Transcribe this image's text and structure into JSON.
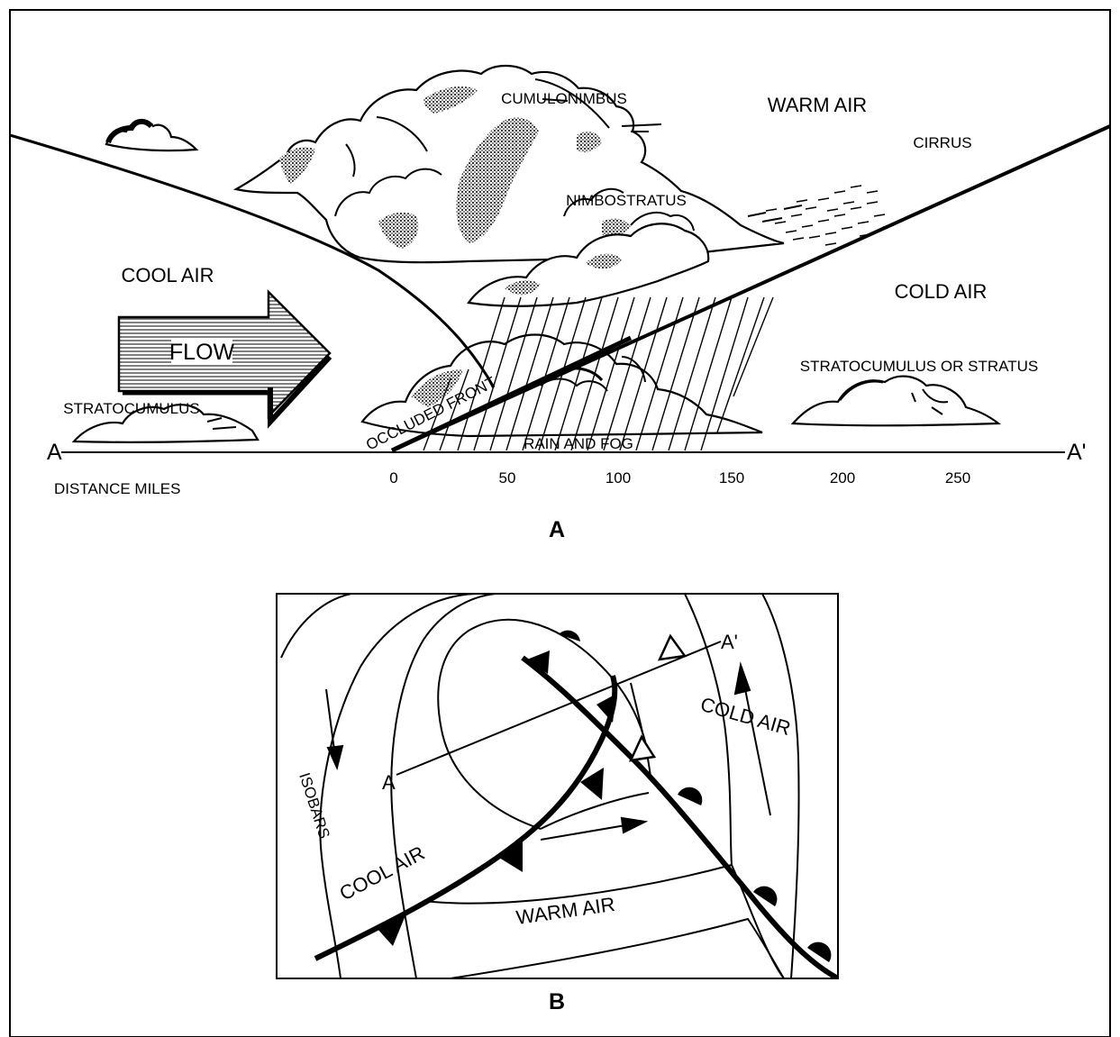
{
  "panel_a": {
    "label": "A",
    "labels": {
      "cumulonimbus": "CUMULONIMBUS",
      "warm_air": "WARM AIR",
      "cirrus": "CIRRUS",
      "nimbostratus": "NIMBOSTRATUS",
      "cool_air": "COOL AIR",
      "cold_air": "COLD AIR",
      "flow": "FLOW",
      "stratocumulus_or_stratus": "STRATOCUMULUS  OR  STRATUS",
      "stratocumulus": "STRATOCUMULUS",
      "occluded_front": "OCCLUDED  FRONT",
      "rain_and_fog": "RAIN  AND  FOG"
    },
    "axis": {
      "start_label": "A",
      "end_label": "A'",
      "title": "DISTANCE   MILES",
      "ticks": [
        "0",
        "50",
        "100",
        "150",
        "200",
        "250"
      ]
    }
  },
  "panel_b": {
    "label": "B",
    "labels": {
      "a": "A",
      "a_prime": "A'",
      "cold_air": "COLD AIR",
      "isobars": "ISOBARS",
      "cool_air": "COOL AIR",
      "warm_air": "WARM AIR"
    }
  }
}
